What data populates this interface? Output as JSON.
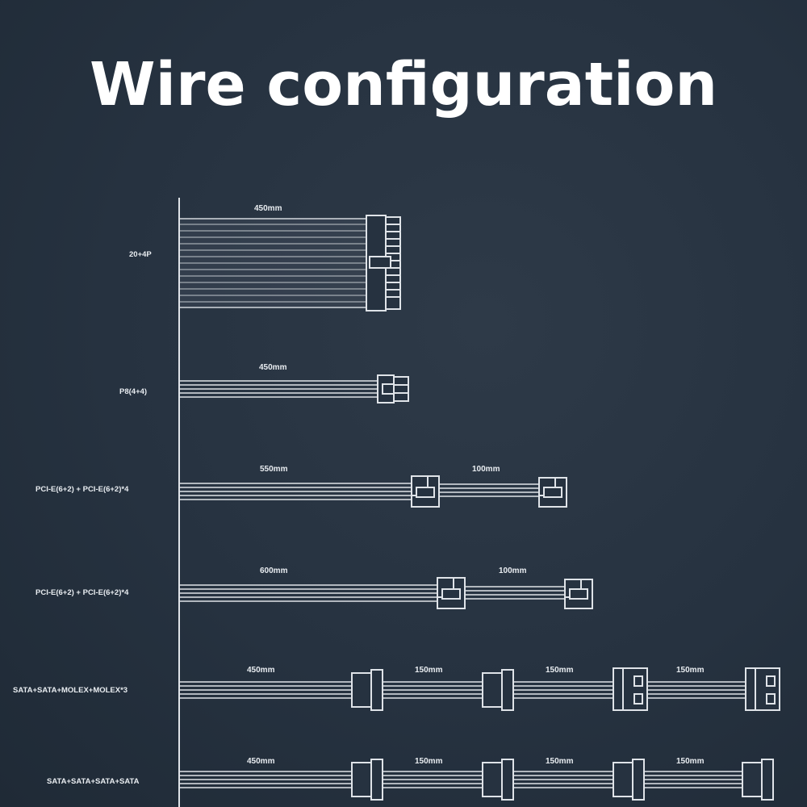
{
  "title": "Wire configuration",
  "colors": {
    "background": "#263240",
    "wire": "#dfe3e8",
    "text": "#ffffff"
  },
  "cables": [
    {
      "name": "20+4P",
      "lengths": [
        "450mm"
      ]
    },
    {
      "name": "P8(4+4)",
      "lengths": [
        "450mm"
      ]
    },
    {
      "name": "PCI-E(6+2) + PCI-E(6+2)*4",
      "lengths": [
        "550mm",
        "100mm"
      ]
    },
    {
      "name": "PCI-E(6+2) + PCI-E(6+2)*4",
      "lengths": [
        "600mm",
        "100mm"
      ]
    },
    {
      "name": "SATA+SATA+MOLEX+MOLEX*3",
      "lengths": [
        "450mm",
        "150mm",
        "150mm",
        "150mm"
      ]
    },
    {
      "name": "SATA+SATA+SATA+SATA",
      "lengths": [
        "450mm",
        "150mm",
        "150mm",
        "150mm"
      ]
    }
  ]
}
